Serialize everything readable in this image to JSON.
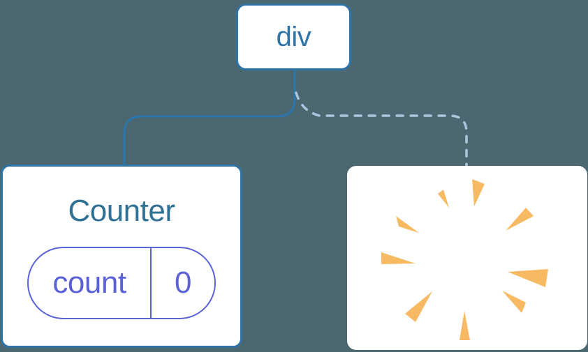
{
  "diagram": {
    "kind": "component-tree",
    "root": {
      "label": "div"
    },
    "children": [
      {
        "type": "component",
        "title": "Counter",
        "state": {
          "label": "count",
          "value": "0"
        },
        "connection": "solid"
      },
      {
        "type": "removed",
        "icon": "poof-icon",
        "connection": "dashed"
      }
    ]
  },
  "colors": {
    "background": "#4B6770",
    "card_bg": "#FFFFFF",
    "node_border": "#2E74A6",
    "node_text": "#2E74A6",
    "component_title": "#2F7095",
    "state_pill": "#5A62D6",
    "line_solid": "#2E75A8",
    "line_dashed": "#A9C6DE",
    "poof": "#F7B962"
  }
}
